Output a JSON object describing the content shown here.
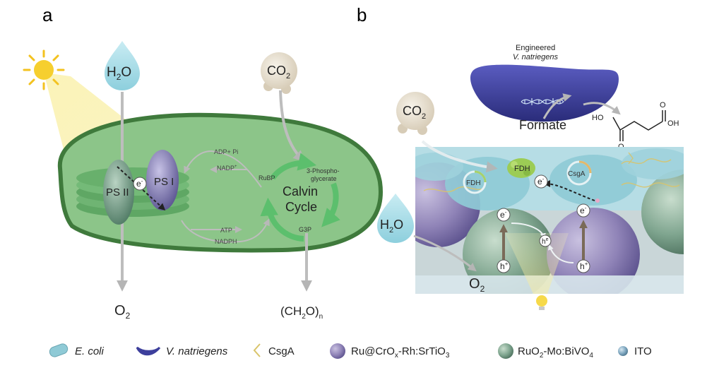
{
  "panel_a": {
    "letter": "a",
    "water": "H2O",
    "water_main": "H",
    "water_sub": "2",
    "water_tail": "O",
    "co2_main": "CO",
    "co2_sub": "2",
    "ps2": "PS II",
    "ps1": "PS I",
    "electron": "e",
    "electron_sup": "-",
    "adp": "ADP+ Pi",
    "nadp": "NADP",
    "nadp_sup": "+",
    "atp": "ATP",
    "nadph": "NADPH",
    "rubp": "RuBP",
    "pga_line1": "3-Phospho-",
    "pga_line2": "glycerate",
    "calvin_line1": "Calvin",
    "calvin_line2": "Cycle",
    "g3p": "G3P",
    "o2_main": "O",
    "o2_sub": "2",
    "sugar_main": "(CH",
    "sugar_sub": "2",
    "sugar_mid": "O)",
    "sugar_n": "n"
  },
  "panel_b": {
    "letter": "b",
    "engineered_line1": "Engineered",
    "engineered_line2": "V. natriegens",
    "co2_main": "CO",
    "co2_sub": "2",
    "formate": "Formate",
    "ho": "HO",
    "oh": "OH",
    "o_top": "O",
    "o_bottom": "O",
    "fdh_inner": "FDH",
    "fdh_enzyme": "FDH",
    "csga": "CsgA",
    "h2o_main": "H",
    "h2o_sub": "2",
    "h2o_tail": "O",
    "o2_main": "O",
    "o2_sub": "2",
    "electron": "e",
    "electron_sup": "-",
    "hole": "h",
    "hole_sup": "+"
  },
  "legend": {
    "ecoli": "E. coli",
    "vnat": "V. natriegens",
    "csga": "CsgA",
    "ru_main": "Ru@CrO",
    "ru_sub": "x",
    "ru_tail": "-Rh:SrTiO",
    "ru_sub2": "3",
    "ruo_main": "RuO",
    "ruo_sub": "2",
    "ruo_mid": "-Mo:BiVO",
    "ruo_sub2": "4",
    "ito": "ITO"
  },
  "colors": {
    "chloroplast_fill": "#8cc589",
    "chloroplast_stroke": "#3f7a3c",
    "psii": "#6f9a84",
    "psi": "#7f79b0",
    "calvin_arrow": "#5cbf6d",
    "water_drop": "#a9dbe6",
    "co2_ball": "#e6ddcc",
    "bacterium": "#3d3f9c",
    "sto_sphere": "#8f83b7",
    "bivo_sphere": "#7fa58f",
    "ito_sphere": "#7fa7c0",
    "ecoli_cell": "#8fcad6",
    "sun": "#f3c21f"
  }
}
